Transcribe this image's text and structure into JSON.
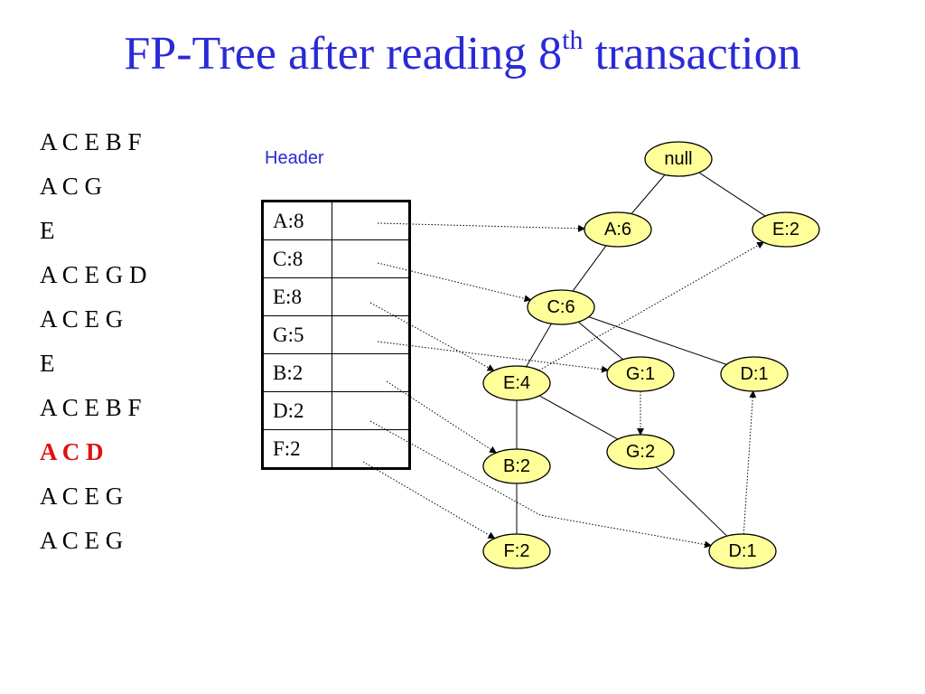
{
  "slide": {
    "title": "FP-Tree after reading 8",
    "title_sup": "th",
    "title_rest": " transaction",
    "header_label": "Header"
  },
  "transactions": [
    {
      "items": "A C E B F",
      "current": false
    },
    {
      "items": "A C G",
      "current": false
    },
    {
      "items": "E",
      "current": false
    },
    {
      "items": "A C E G D",
      "current": false
    },
    {
      "items": "A C E G",
      "current": false
    },
    {
      "items": "E",
      "current": false
    },
    {
      "items": "A C E B F",
      "current": false
    },
    {
      "items": "A C D",
      "current": true
    },
    {
      "items": "A C E G",
      "current": false
    },
    {
      "items": "A C E G",
      "current": false
    }
  ],
  "header_table": [
    {
      "label": "A:8",
      "item": "A"
    },
    {
      "label": "C:8",
      "item": "C"
    },
    {
      "label": "E:8",
      "item": "E"
    },
    {
      "label": "G:5",
      "item": "G"
    },
    {
      "label": "B:2",
      "item": "B"
    },
    {
      "label": "D:2",
      "item": "D"
    },
    {
      "label": "F:2",
      "item": "F"
    }
  ],
  "tree": {
    "nodes": [
      {
        "id": "root",
        "label": "null"
      },
      {
        "id": "a6",
        "label": "A:6"
      },
      {
        "id": "e2",
        "label": "E:2"
      },
      {
        "id": "c6",
        "label": "C:6"
      },
      {
        "id": "e4",
        "label": "E:4"
      },
      {
        "id": "g1",
        "label": "G:1"
      },
      {
        "id": "d1a",
        "label": "D:1"
      },
      {
        "id": "g2",
        "label": "G:2"
      },
      {
        "id": "b2",
        "label": "B:2"
      },
      {
        "id": "f2",
        "label": "F:2"
      },
      {
        "id": "d1b",
        "label": "D:1"
      }
    ],
    "edges": [
      [
        "root",
        "a6"
      ],
      [
        "root",
        "e2"
      ],
      [
        "a6",
        "c6"
      ],
      [
        "c6",
        "e4"
      ],
      [
        "c6",
        "g1"
      ],
      [
        "c6",
        "d1a"
      ],
      [
        "e4",
        "b2"
      ],
      [
        "e4",
        "g2"
      ],
      [
        "b2",
        "f2"
      ],
      [
        "g2",
        "d1b"
      ]
    ],
    "node_links": [
      [
        "e4",
        "e2"
      ],
      [
        "g1",
        "g2"
      ],
      [
        "d1b",
        "d1a"
      ]
    ],
    "header_links": [
      [
        "A",
        "a6"
      ],
      [
        "C",
        "c6"
      ],
      [
        "E",
        "e4"
      ],
      [
        "G",
        "g1"
      ],
      [
        "B",
        "b2"
      ],
      [
        "D",
        "d1b"
      ],
      [
        "F",
        "f2"
      ]
    ]
  }
}
